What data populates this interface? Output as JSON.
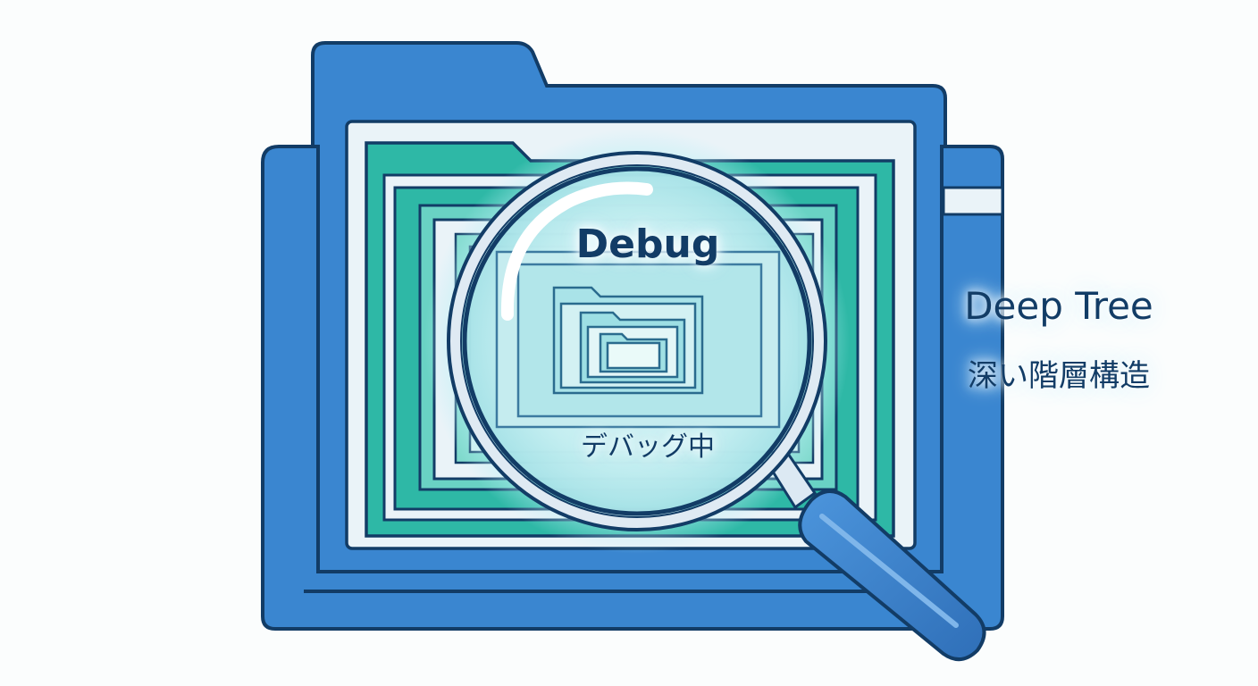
{
  "lens": {
    "title": "Debug",
    "status": "デバッグ中"
  },
  "side_caption": {
    "title": "Deep Tree",
    "subtitle": "深い階層構造"
  },
  "icons": [
    "folder-icon",
    "nested-folder-icon",
    "magnifying-glass-icon"
  ],
  "colors": {
    "folder_blue": "#3a86d0",
    "folder_teal": "#2eb8a6",
    "paper": "#eaf3f8",
    "outline": "#123c66",
    "lens_glow": "#bff0f4",
    "background": "#fbfdfd"
  }
}
